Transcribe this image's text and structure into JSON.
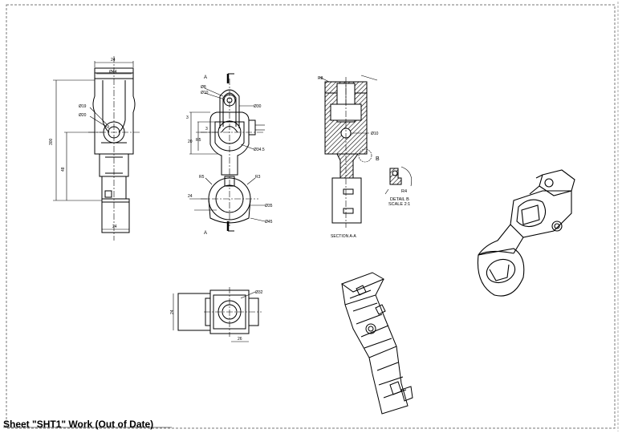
{
  "sheet": {
    "status_text": "Sheet \"SHT1\" Work (Out of Date)"
  },
  "views": {
    "front": {
      "dims": [
        "24",
        "Ø44",
        "Ø19",
        "Ø20",
        "300",
        "48",
        "24"
      ]
    },
    "side": {
      "cut_label_top": "A",
      "cut_label_bottom": "A",
      "dims": [
        "Ø8",
        "Ø10",
        "Ø30",
        "3",
        "3",
        "20",
        "R5",
        "Ø34.5",
        "R5",
        "24",
        "R3",
        "Ø35",
        "Ø45"
      ]
    },
    "section": {
      "caption": "SECTION A-A",
      "dims": [
        "R8",
        "Ø10"
      ],
      "detail_marker": "B"
    },
    "detail": {
      "caption_line1": "DETAIL B",
      "caption_line2": "SCALE 2:1",
      "dim": "R4"
    },
    "top": {
      "dims": [
        "Ø32",
        "24",
        "26"
      ]
    }
  },
  "colors": {
    "line": "#000000",
    "border": "#777777",
    "hatch": "#000000"
  }
}
